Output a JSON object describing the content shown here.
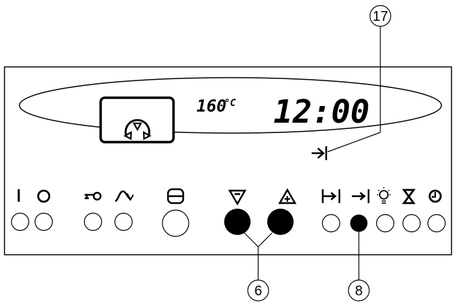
{
  "display": {
    "temperature": "160",
    "temperature_unit": "°C",
    "time": "12:00",
    "end_time_indicator": "→|",
    "mode_icon": "fan-three-triangles-icon"
  },
  "buttons": [
    {
      "id": "on",
      "icon": "on-bar-icon",
      "filled": false
    },
    {
      "id": "off",
      "icon": "off-circle-icon",
      "filled": false
    },
    {
      "id": "key-lock",
      "icon": "key-icon",
      "filled": false
    },
    {
      "id": "rapid-heat",
      "icon": "rapid-heat-icon",
      "filled": false
    },
    {
      "id": "function",
      "icon": "oven-function-icon",
      "filled": false
    },
    {
      "id": "minus",
      "icon": "triangle-minus-icon",
      "filled": true
    },
    {
      "id": "plus",
      "icon": "triangle-plus-icon",
      "filled": true
    },
    {
      "id": "duration",
      "icon": "duration-icon",
      "filled": false
    },
    {
      "id": "end-time",
      "icon": "end-time-icon",
      "filled": true
    },
    {
      "id": "light",
      "icon": "light-bulb-icon",
      "filled": false
    },
    {
      "id": "timer",
      "icon": "hourglass-icon",
      "filled": false
    },
    {
      "id": "clock",
      "icon": "clock-icon",
      "filled": false
    }
  ],
  "callouts": {
    "c17": "17",
    "c6": "6",
    "c8": "8"
  }
}
